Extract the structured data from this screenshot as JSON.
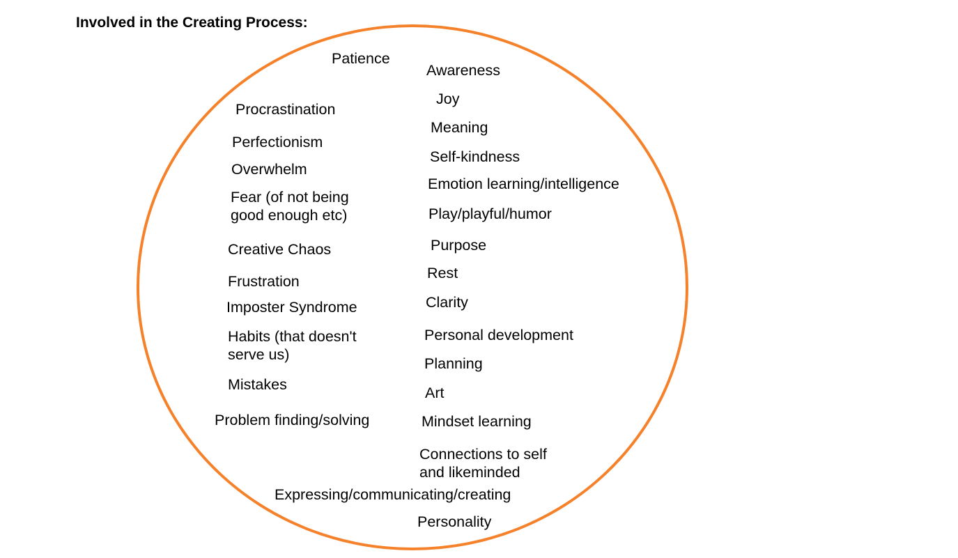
{
  "title": "Involved in the Creating Process:",
  "circle_color": "#f5822a",
  "items": [
    "Patience",
    "Awareness",
    "Joy",
    "Procrastination",
    "Meaning",
    "Perfectionism",
    "Self-kindness",
    "Overwhelm",
    "Emotion learning/intelligence",
    "Fear (of not being",
    "good enough etc)",
    "Play/playful/humor",
    "Creative Chaos",
    "Purpose",
    "Rest",
    "Frustration",
    "Clarity",
    "Imposter Syndrome",
    "Habits (that doesn't",
    "serve us)",
    "Personal development",
    "Planning",
    "Mistakes",
    "Art",
    "Problem finding/solving",
    "Mindset learning",
    "Connections to self",
    "and likeminded",
    "Expressing/communicating/creating",
    "Personality"
  ]
}
